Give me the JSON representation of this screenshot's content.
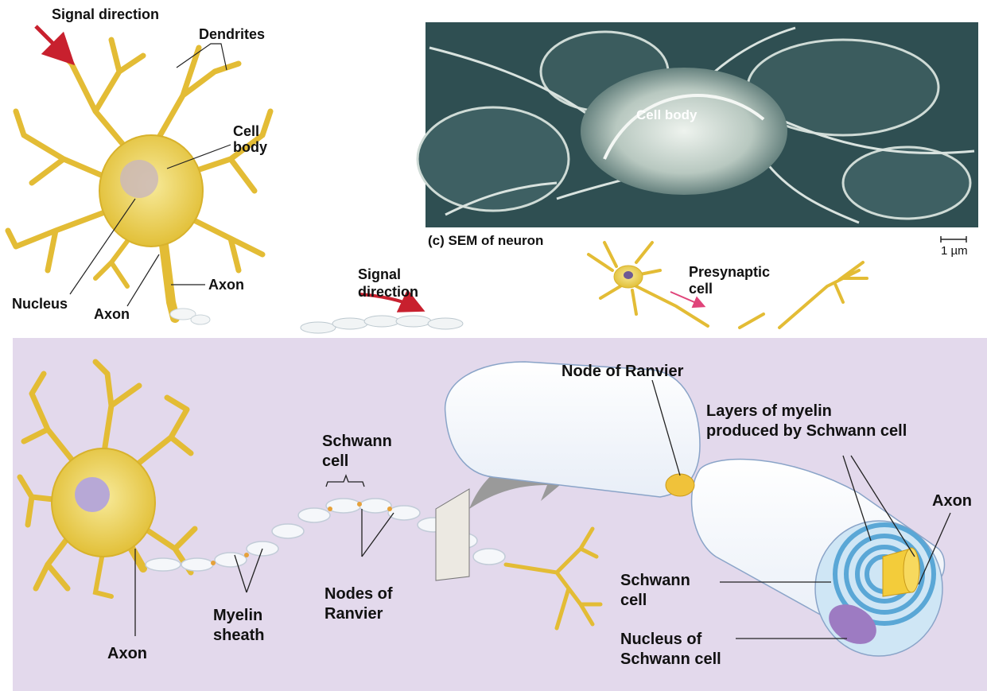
{
  "top": {
    "signal_direction": "Signal direction",
    "dendrites": "Dendrites",
    "cell_body_1": "Cell",
    "cell_body_2": "body",
    "nucleus": "Nucleus",
    "axon_hillock": "Axon",
    "axon": "Axon",
    "sem_cell_body": "Cell body",
    "sem_caption": "(c) SEM of neuron",
    "scale_bar": "1 µm",
    "signal_direction_2a": "Signal",
    "signal_direction_2b": "direction",
    "presynaptic_1": "Presynaptic",
    "presynaptic_2": "cell"
  },
  "bottom": {
    "node_of_ranvier": "Node of Ranvier",
    "layers_1": "Layers of myelin",
    "layers_2": "produced by Schwann cell",
    "axon_right": "Axon",
    "schwann_cell_1": "Schwann",
    "schwann_cell_2": "cell",
    "schwann_inner_1": "Schwann",
    "schwann_inner_2": "cell",
    "nucleus_schwann_1": "Nucleus of",
    "nucleus_schwann_2": "Schwann cell",
    "nodes_1": "Nodes of",
    "nodes_2": "Ranvier",
    "myelin_1": "Myelin",
    "myelin_2": "sheath",
    "axon_left": "Axon"
  },
  "colors": {
    "panel_bg": "#e3d9ec",
    "neuron_yellow": "#e8c23a",
    "sem_bg": "#2f4f52",
    "myelin_blue": "#7fb9de",
    "nucleus_purple": "#9d7bc2",
    "arrow_red": "#c8202e",
    "big_arrow_gray": "#9a9a9a"
  }
}
